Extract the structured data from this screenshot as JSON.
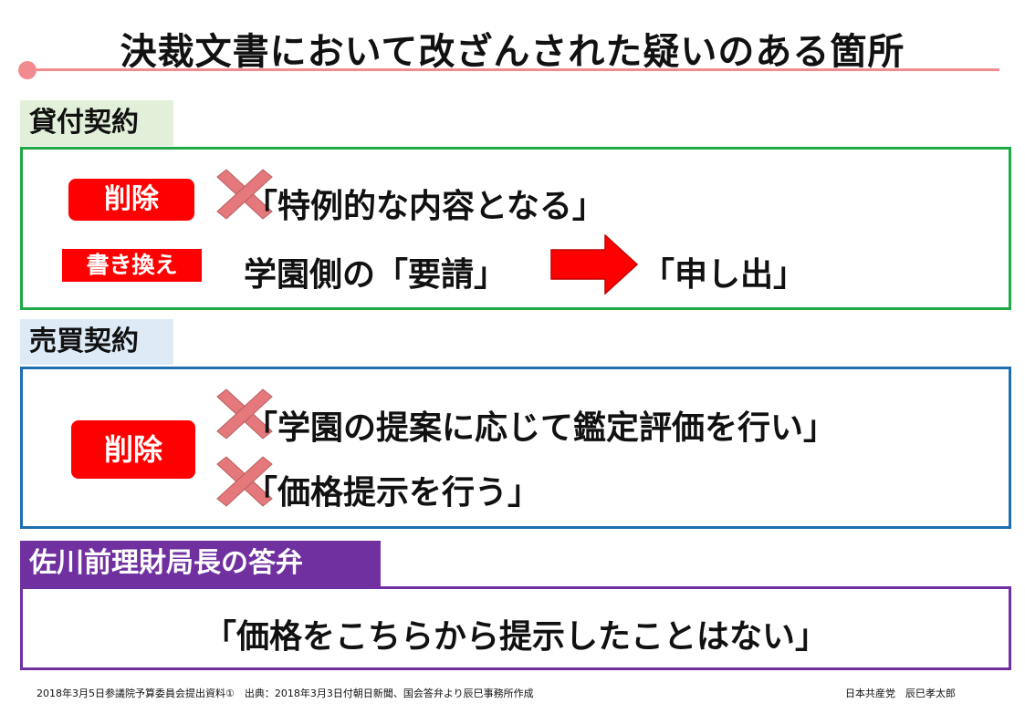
{
  "title": "決裁文書において改ざんされた疑いのある箇所",
  "colors": {
    "accent_line": "#f28b8f",
    "section1_border": "#1fa846",
    "section2_border": "#1f6fb0",
    "section3_border": "#7030a0",
    "tag_red": "#ff0000",
    "cross": "#e5787a"
  },
  "section1": {
    "label": "貸付契約",
    "delete_tag": "削除",
    "deleted_phrase": "「特例的な内容となる」",
    "rewrite_tag": "書き換え",
    "before": "学園側の「要請」",
    "after": "「申し出」",
    "arrow_icon": "right-arrow-icon",
    "cross_icon": "cross-mark-icon"
  },
  "section2": {
    "label": "売買契約",
    "delete_tag": "削除",
    "deleted_phrases": [
      "「学園の提案に応じて鑑定評価を行い」",
      "「価格提示を行う」"
    ]
  },
  "section3": {
    "label": "佐川前理財局長の答弁",
    "quote": "「価格をこちらから提示したことはない」"
  },
  "footer": {
    "left": "2018年3月5日参議院予算委員会提出資料①　出典：2018年3月3日付朝日新聞、国会答弁より辰巳事務所作成",
    "right": "日本共産党　辰巳孝太郎"
  }
}
